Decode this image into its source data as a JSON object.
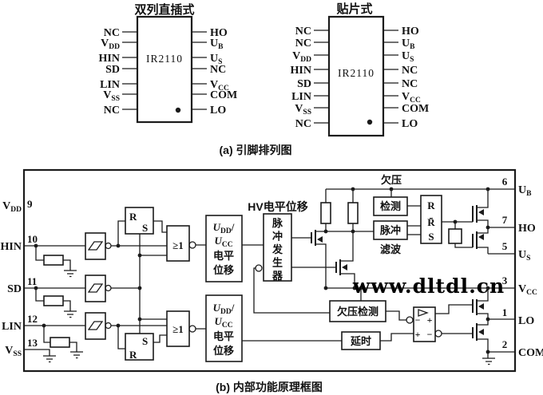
{
  "packages": {
    "dip": {
      "title": "双列直插式",
      "chip": "IR2110",
      "left": [
        {
          "t": "NC"
        },
        {
          "t": "V",
          "s": "DD"
        },
        {
          "t": "HIN"
        },
        {
          "t": "SD"
        },
        {
          "t": "LIN"
        },
        {
          "t": "V",
          "s": "SS"
        },
        {
          "t": "NC"
        }
      ],
      "right": [
        {
          "t": "HO"
        },
        {
          "t": "U",
          "s": "B"
        },
        {
          "t": "U",
          "s": "S"
        },
        {
          "t": "NC"
        },
        {
          "t": "V",
          "s": "CC"
        },
        {
          "t": "COM"
        },
        {
          "t": "LO"
        }
      ]
    },
    "smd": {
      "title": "贴片式",
      "chip": "IR2110",
      "left": [
        {
          "t": "NC"
        },
        {
          "t": "NC"
        },
        {
          "t": "V",
          "s": "DD"
        },
        {
          "t": "HIN"
        },
        {
          "t": "SD"
        },
        {
          "t": "LIN"
        },
        {
          "t": "V",
          "s": "SS"
        },
        {
          "t": "NC"
        }
      ],
      "right": [
        {
          "t": "HO"
        },
        {
          "t": "U",
          "s": "B"
        },
        {
          "t": "U",
          "s": "S"
        },
        {
          "t": "NC"
        },
        {
          "t": "NC"
        },
        {
          "t": "V",
          "s": "CC"
        },
        {
          "t": "COM"
        },
        {
          "t": "LO"
        }
      ]
    }
  },
  "captions": {
    "a": "(a) 引脚排列图",
    "b": "(b) 内部功能原理框图"
  },
  "watermark": "www.dltdl.cn",
  "blk": {
    "pins_left": [
      {
        "num": "9",
        "t": "V",
        "s": "DD"
      },
      {
        "num": "10",
        "t": "HIN"
      },
      {
        "num": "11",
        "t": "SD"
      },
      {
        "num": "12",
        "t": "LIN"
      },
      {
        "num": "13",
        "t": "V",
        "s": "SS"
      }
    ],
    "pins_right": [
      {
        "num": "6",
        "t": "U",
        "s": "B"
      },
      {
        "num": "7",
        "t": "HO"
      },
      {
        "num": "5",
        "t": "U",
        "s": "S"
      },
      {
        "num": "3",
        "t": "V",
        "s": "CC"
      },
      {
        "num": "1",
        "t": "LO"
      },
      {
        "num": "2",
        "t": "COM"
      }
    ],
    "uv": "欠压",
    "detect": "检测",
    "pulse": "脉冲",
    "filter": "滤波",
    "hv": "HV电平位移",
    "pg": [
      "脉",
      "冲",
      "发",
      "生",
      "器"
    ],
    "ls": {
      "t1": "U",
      "s1": "DD",
      "x1": "/",
      "t2": "U",
      "s2": "CC",
      "l3": "电平",
      "l4": "位移"
    },
    "uvd": "欠压检测",
    "delay": "延时",
    "or": "≥1",
    "r": "R",
    "rbar": "R̄",
    "s": "S",
    "plus": "+",
    "minus": "−"
  }
}
